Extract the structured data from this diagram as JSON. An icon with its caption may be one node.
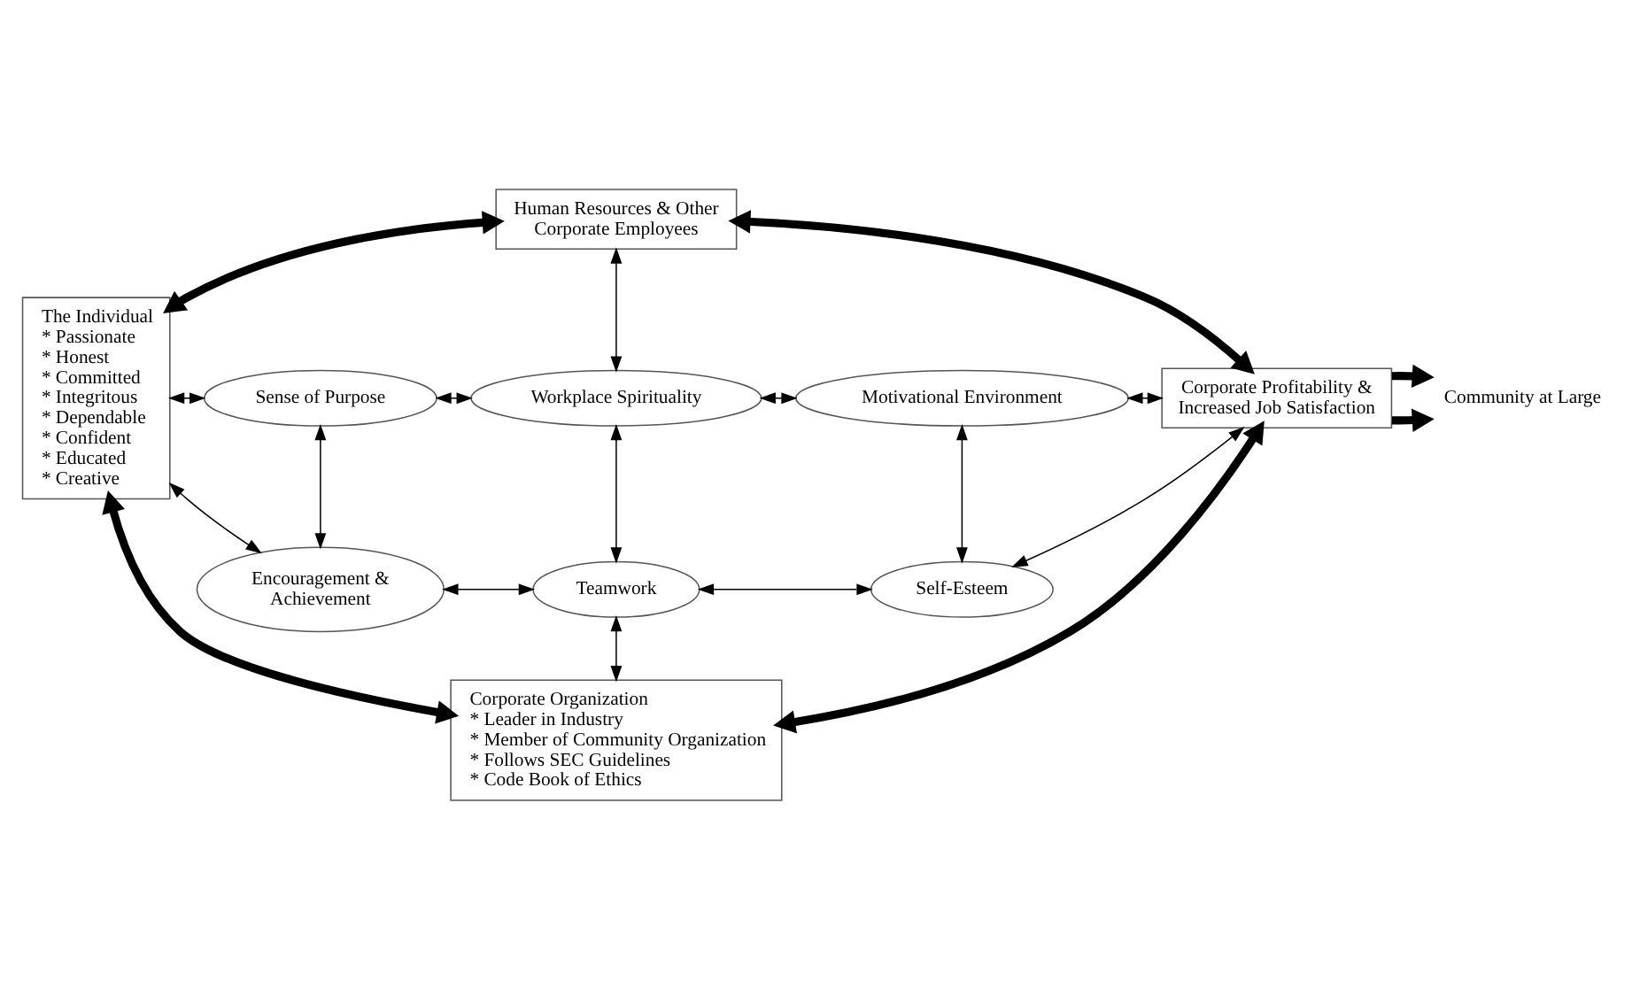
{
  "diagram": {
    "nodes": [
      {
        "text": [
          "Human Resources & Other Corporate Employees"
        ]
      },
      {
        "text": [
          "The Individual",
          "* Passionate",
          "* Honest",
          "* Committed",
          "* Integritous",
          "* Dependable",
          "* Confident",
          "* Educated",
          "* Creative"
        ]
      },
      {
        "text": [
          "Sense of Purpose"
        ]
      },
      {
        "text": [
          "Workplace Spirituality"
        ]
      },
      {
        "text": [
          "Motivational Environment"
        ]
      },
      {
        "text": [
          "Corporate Profitability & Increased Job Satisfaction"
        ]
      },
      {
        "text": [
          "Encouragement & Achievement"
        ]
      },
      {
        "text": [
          "Teamwork"
        ]
      },
      {
        "text": [
          "Self-Esteem"
        ]
      },
      {
        "text": [
          "Corporate Organization",
          "* Leader in Industry",
          "* Member of Community Organization",
          "* Follows SEC Guidelines",
          "* Code Book of Ethics"
        ]
      },
      {
        "text": [
          "Community at Large"
        ]
      }
    ],
    "edges": [
      {
        "from": 1,
        "to": 0,
        "arrow": "both",
        "style": "thick"
      },
      {
        "from": 0,
        "to": 5,
        "arrow": "both",
        "style": "thick"
      },
      {
        "from": 0,
        "to": 3,
        "arrow": "both"
      },
      {
        "from": 1,
        "to": 2,
        "arrow": "both"
      },
      {
        "from": 2,
        "to": 3,
        "arrow": "both"
      },
      {
        "from": 3,
        "to": 4,
        "arrow": "both"
      },
      {
        "from": 4,
        "to": 5,
        "arrow": "both"
      },
      {
        "from": 2,
        "to": 6,
        "arrow": "both"
      },
      {
        "from": 3,
        "to": 7,
        "arrow": "both"
      },
      {
        "from": 4,
        "to": 8,
        "arrow": "both"
      },
      {
        "from": 1,
        "to": 6,
        "arrow": "both"
      },
      {
        "from": 6,
        "to": 7,
        "arrow": "both"
      },
      {
        "from": 7,
        "to": 8,
        "arrow": "both"
      },
      {
        "from": 8,
        "to": 5,
        "arrow": "both"
      },
      {
        "from": 5,
        "to": 10,
        "arrow": "to",
        "style": "thick"
      },
      {
        "from": 5,
        "to": 10,
        "arrow": "to",
        "style": "thick"
      },
      {
        "from": 7,
        "to": 9,
        "arrow": "both"
      },
      {
        "from": 1,
        "to": 9,
        "arrow": "both",
        "style": "thick"
      },
      {
        "from": 9,
        "to": 5,
        "arrow": "both",
        "style": "thick"
      }
    ]
  }
}
